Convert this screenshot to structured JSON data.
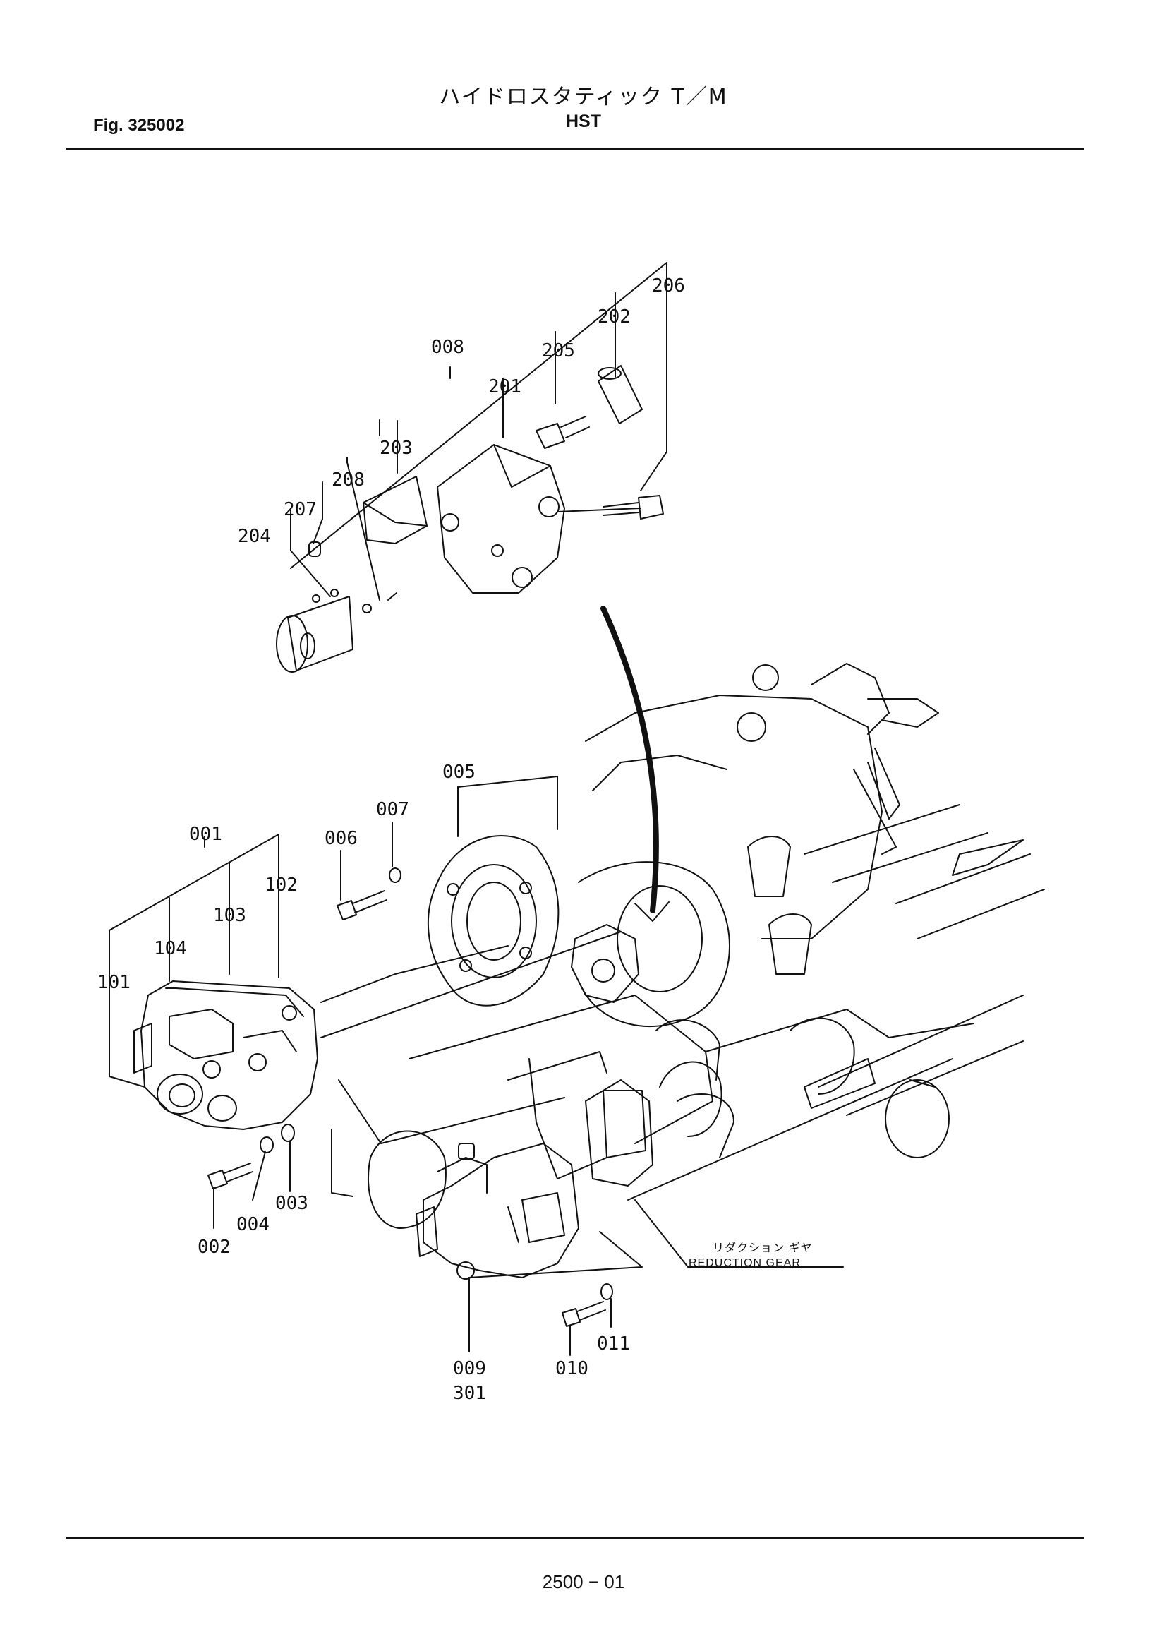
{
  "header": {
    "title_jp": "ハイドロスタティック T／M",
    "title_en": "HST",
    "fig_label": "Fig. 325002"
  },
  "footer": {
    "page_number": "2500 − 01"
  },
  "part_labels": [
    "008",
    "205",
    "202",
    "206",
    "201",
    "203",
    "208",
    "207",
    "204",
    "005",
    "007",
    "006",
    "001",
    "102",
    "103",
    "104",
    "101",
    "002",
    "004",
    "003",
    "009",
    "301",
    "010",
    "011"
  ],
  "callout": {
    "jp": "リダクション ギヤ",
    "en": "REDUCTION GEAR"
  },
  "colors": {
    "line": "#111111",
    "paper": "#ffffff"
  }
}
